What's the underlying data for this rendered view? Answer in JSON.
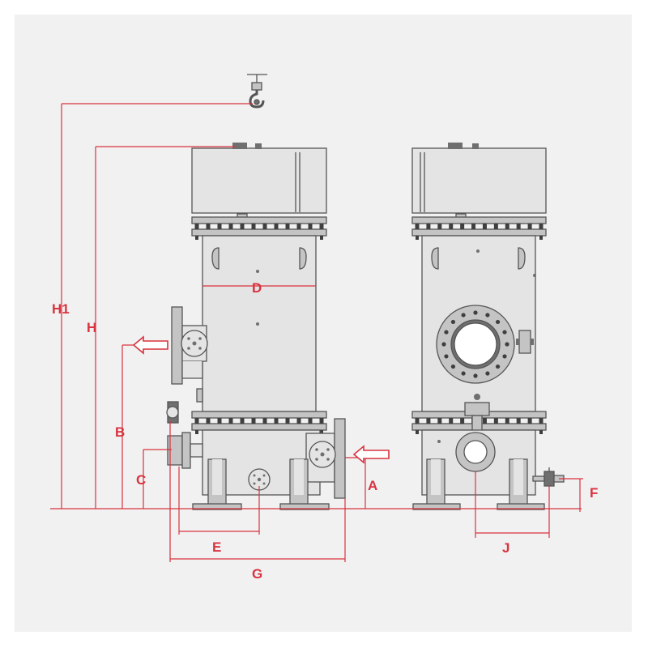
{
  "colors": {
    "background": "#f1f1f1",
    "outline": "#555555",
    "dimension": "#d9333f",
    "metal_light": "#e4e4e4",
    "metal_mid": "#c4c4c4",
    "metal_dark": "#6f6f6f",
    "bolt": "#3f3f3f"
  },
  "labels": {
    "h1": "H1",
    "h": "H",
    "b": "B",
    "c": "C",
    "d": "D",
    "a": "A",
    "e": "E",
    "g": "G",
    "j": "J",
    "f": "F"
  },
  "icons": {
    "lifting_hook": "lifting-hook-icon",
    "flow_outlet": "outlet-arrow-icon",
    "flow_inlet": "inlet-arrow-icon"
  }
}
